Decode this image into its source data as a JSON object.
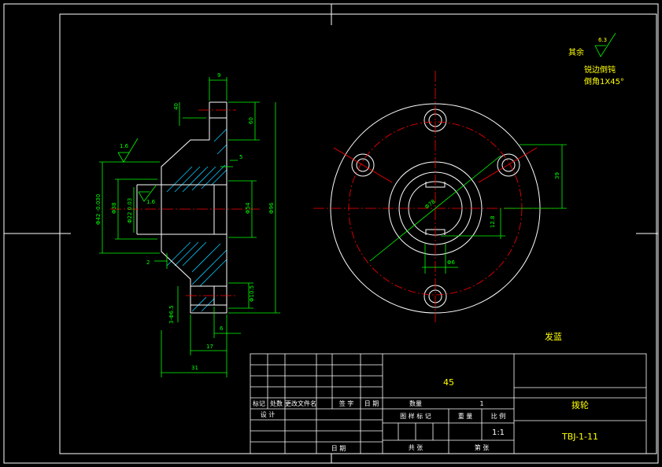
{
  "colors": {
    "background": "#000000",
    "frame": "#ffffff",
    "dimension": "#00ff00",
    "section_hatch": "#00ccff",
    "center_line": "#ff0000",
    "text_yellow": "#ffff00"
  },
  "notes": {
    "remaining_label": "其余",
    "remaining_roughness": "6.3",
    "note_line1": "锐边倒钝",
    "note_line2": "倒角1X45°",
    "heat_treatment": "发蓝"
  },
  "dimensions": {
    "top_width": "9",
    "left_small": "40",
    "right_top": "60",
    "step": "5",
    "overall_dia": "Φ96",
    "bore_dia": "Φ54",
    "shaft_dia": "Φ42 -0.030",
    "bore_d2": "Φ38",
    "keyway": "Φ22 0.03",
    "hole_side": "Φ10.5",
    "holes": "3-Φ6.5",
    "chamfer": "2",
    "len_6": "6",
    "len_17": "17",
    "len_31": "31",
    "roughness_left": "1.6",
    "roughness_mid": "1.6",
    "vert_39": "39",
    "key_12_8": "12.8",
    "key_width": "Φ6",
    "pcd": "Φ78"
  },
  "title_block": {
    "material": "45",
    "part_name": "拨轮",
    "drawing_no": "TBJ-1-11",
    "scale": "1:1",
    "quantity_label": "数量",
    "quantity_value": "1",
    "weight_label": "重 量",
    "scale_label": "比 例",
    "stage_label": "图 样 标 记",
    "sheets_label": "共    张",
    "sheet_label": "第    张",
    "rev_mark": "标记",
    "rev_count": "处数",
    "rev_doc": "更改文件名",
    "rev_sign": "签 字",
    "rev_date": "日 期",
    "designer": "设 计",
    "date_label": "日 期"
  }
}
